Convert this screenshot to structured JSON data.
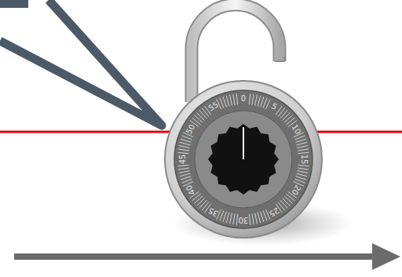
{
  "diagram": {
    "labels": [
      "0",
      "5",
      "10",
      "15",
      "20",
      "25",
      "30",
      "35",
      "40",
      "45",
      "50",
      "55"
    ]
  }
}
